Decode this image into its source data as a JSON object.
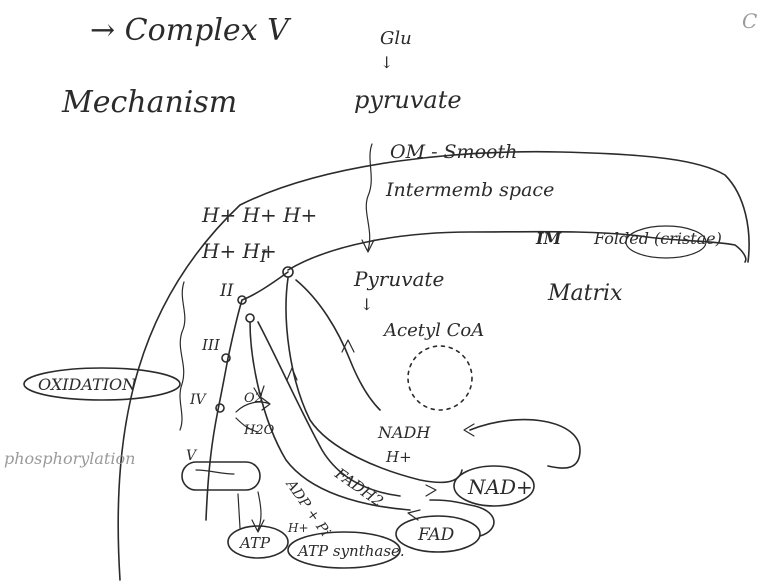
{
  "notes": {
    "heading": "→ Complex V",
    "corner_mark": "C",
    "mechanism": "Mechanism"
  },
  "pathway": {
    "glu": "Glu",
    "pyruvate_top": "pyruvate",
    "om_label": "OM - Smooth",
    "intermemb_label": "Intermemb space",
    "im_abbrev": "IM",
    "im_label": "Folded (cristae)",
    "matrix_label": "Matrix",
    "pyruvate_matrix": "Pyruvate",
    "acetyl_coa": "Acetyl CoA"
  },
  "complexes": {
    "c1": "I",
    "c2": "II",
    "c3": "III",
    "c4": "IV",
    "c5": "V"
  },
  "protons": {
    "row1": "H+ H+ H+",
    "row2": "H+ H+"
  },
  "labels": {
    "oxidation": "OXIDATION",
    "phosphorylation": "phosphorylation",
    "o2": "O2",
    "h2o": "H2O",
    "nadh": "NADH",
    "nadh_h": "H+",
    "nad": "NAD+",
    "fadh2": "FADH2",
    "fad": "FAD",
    "adp": "ADP + Pi",
    "atp": "ATP",
    "h_small": "H+",
    "atp_synthase": "ATP synthase."
  }
}
